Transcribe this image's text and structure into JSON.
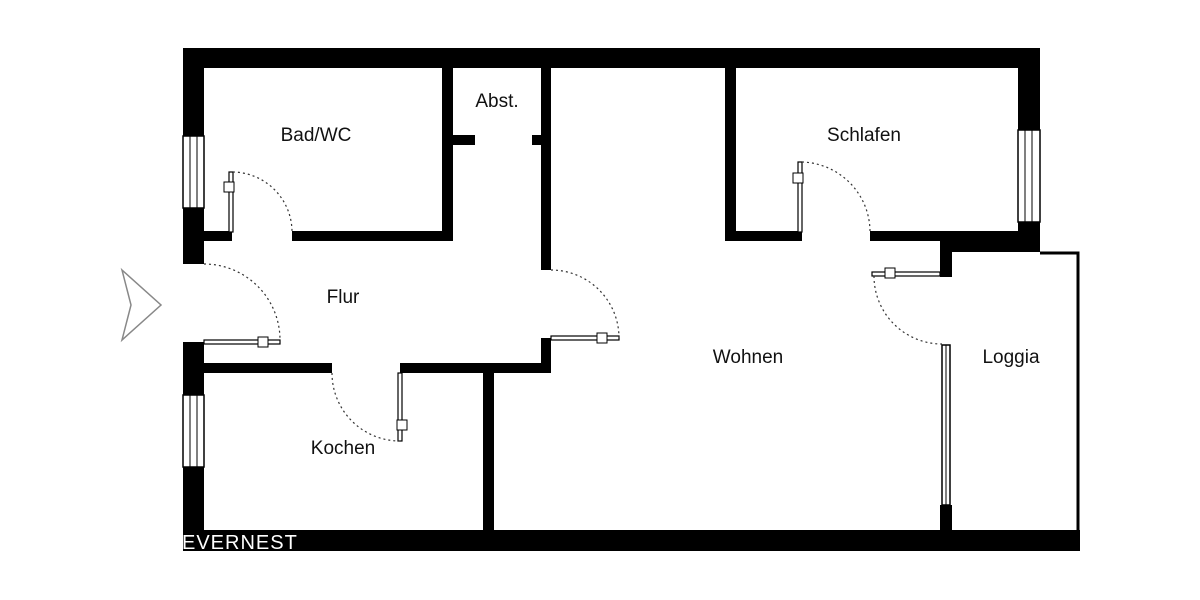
{
  "brand": "EVERNEST",
  "colors": {
    "wall": "#000000",
    "background": "#ffffff",
    "door": "#444444",
    "window": "#ffffff"
  },
  "rooms": {
    "bad_wc": "Bad/WC",
    "abst": "Abst.",
    "schlafen": "Schlafen",
    "flur": "Flur",
    "wohnen": "Wohnen",
    "loggia": "Loggia",
    "kochen": "Kochen"
  }
}
